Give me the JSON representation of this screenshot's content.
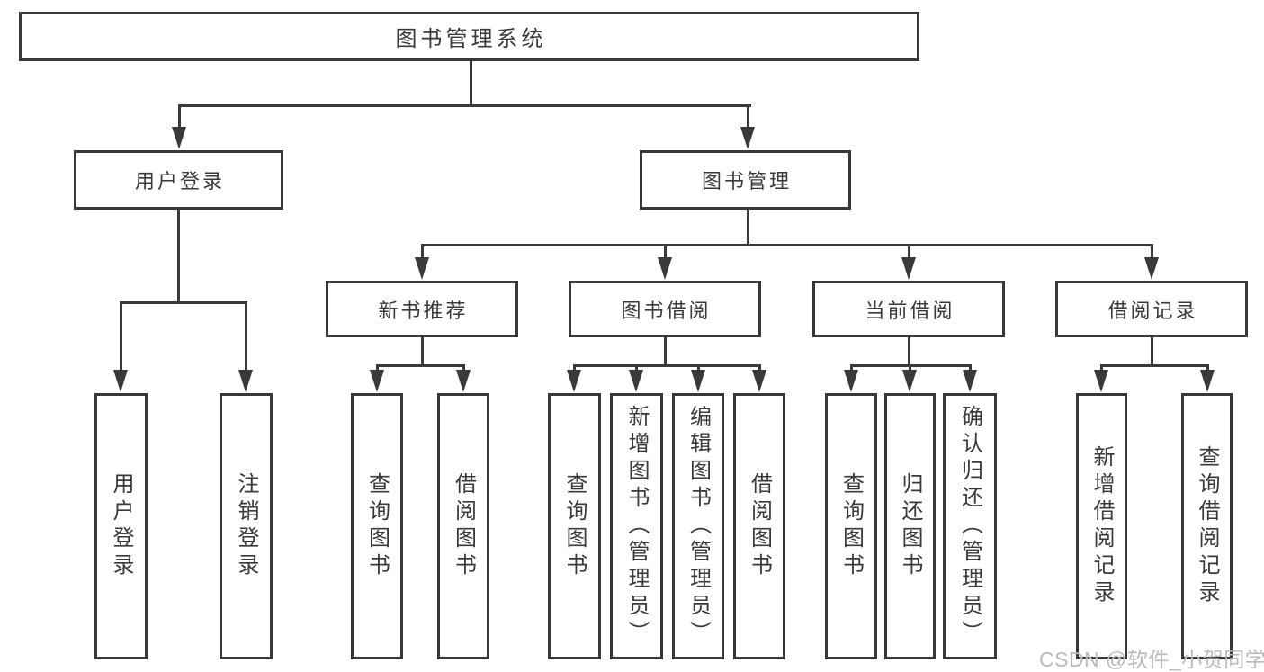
{
  "tree": {
    "root": {
      "label": "图书管理系统"
    },
    "branches": [
      {
        "label": "用户登录",
        "children": [
          {
            "label": "用户登录"
          },
          {
            "label": "注销登录"
          }
        ]
      },
      {
        "label": "图书管理",
        "children": [
          {
            "label": "新书推荐",
            "children": [
              {
                "label": "查询图书"
              },
              {
                "label": "借阅图书"
              }
            ]
          },
          {
            "label": "图书借阅",
            "children": [
              {
                "label": "查询图书"
              },
              {
                "label": "新增图书（管理员）"
              },
              {
                "label": "编辑图书（管理员）"
              },
              {
                "label": "借阅图书"
              }
            ]
          },
          {
            "label": "当前借阅",
            "children": [
              {
                "label": "查询图书"
              },
              {
                "label": "归还图书"
              },
              {
                "label": "确认归还（管理员）"
              }
            ]
          },
          {
            "label": "借阅记录",
            "children": [
              {
                "label": "新增借阅记录"
              },
              {
                "label": "查询借阅记录"
              }
            ]
          }
        ]
      }
    ]
  },
  "watermark": {
    "text": "CSDN @软件_小贺同学"
  },
  "colors": {
    "line": "#3a3a3a",
    "border": "#383838",
    "text": "#3a3a3a",
    "watermark": "#b9babc",
    "background": "#ffffff"
  }
}
